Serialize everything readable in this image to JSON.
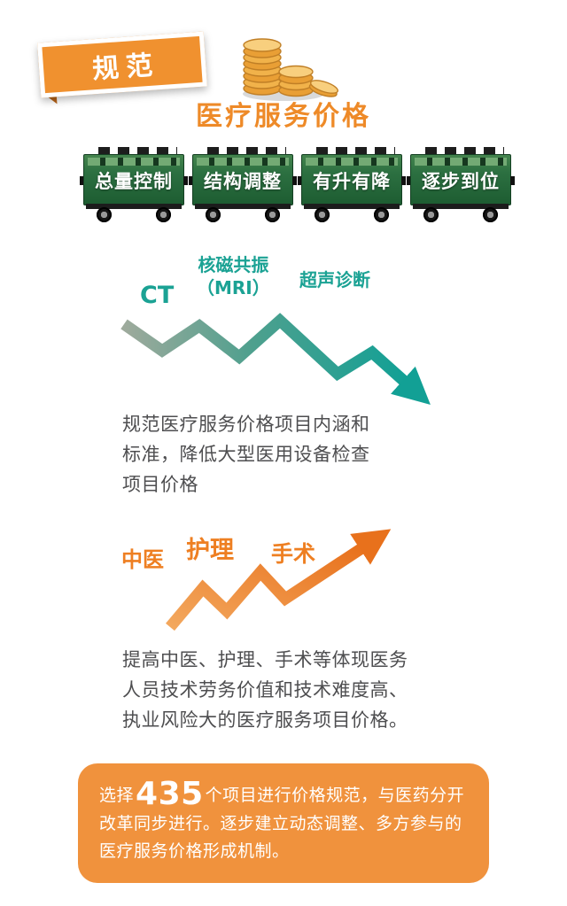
{
  "header": {
    "ribbon_label": "规范",
    "title": "医疗服务价格"
  },
  "train": {
    "cars": [
      {
        "label": "总量控制"
      },
      {
        "label": "结构调整"
      },
      {
        "label": "有升有降"
      },
      {
        "label": "逐步到位"
      }
    ]
  },
  "decrease_section": {
    "trend": "down",
    "labels": [
      "CT",
      "核磁共振\n（MRI）",
      "超声诊断"
    ],
    "description": "规范医疗服务价格项目内涵和\n标准，降低大型医用设备检查\n项目价格",
    "color_start": "#9eaa9c",
    "color_end": "#12a095"
  },
  "increase_section": {
    "trend": "up",
    "labels": [
      "中医",
      "护理",
      "手术"
    ],
    "description": "提高中医、护理、手术等体现医务\n人员技术劳务价值和技术难度高、\n执业风险大的医疗服务项目价格。",
    "color_start": "#f3a85e",
    "color_end": "#e8711c"
  },
  "footer": {
    "prefix": "选择",
    "number": "435",
    "suffix": "个项目进行价格规范，与医药分开改革同步进行。逐步建立动态调整、多方参与的医疗服务价格形成机制。",
    "background_color": "#f0923d"
  },
  "colors": {
    "accent_orange": "#ee8a28",
    "teal": "#1ba294",
    "train_green": "#2c7041"
  },
  "icons": {
    "coins": "coin-stacks-icon"
  }
}
